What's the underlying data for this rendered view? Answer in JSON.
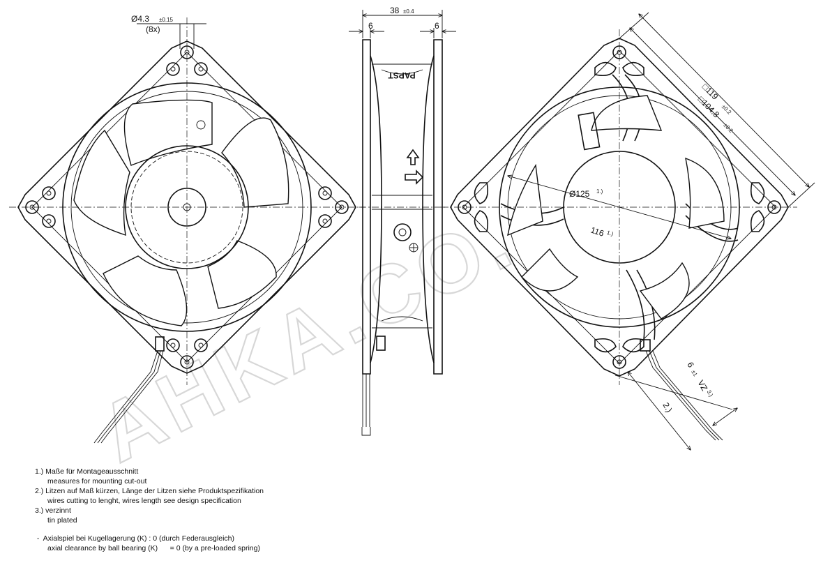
{
  "dimensions": {
    "hole_dia": "Ø4.3",
    "hole_tol": "±0.15",
    "hole_count": "(8x)",
    "depth": "38",
    "depth_tol": "±0.4",
    "flange_left": "6",
    "flange_right": "6",
    "size_outer": "□119",
    "size_outer_tol": "±0.2",
    "size_pitch": "□104.8",
    "size_pitch_tol": "±0.2",
    "cutout_dia": "Ø125",
    "cutout_dia_note": "1.)",
    "cutout_pitch": "116",
    "cutout_pitch_note": "1.)",
    "strip_len": "6",
    "strip_tol": "±1",
    "strip_label": "VZ",
    "strip_note": "3.)",
    "wire_note": "2.)"
  },
  "brand": "PAPST",
  "watermark": "AHKA.CO.",
  "notes": {
    "n1_de": "1.) Maße für Montageausschnitt",
    "n1_en": "measures for mounting cut-out",
    "n2_de": "2.) Litzen auf Maß kürzen, Länge der Litzen siehe Produktspezifikation",
    "n2_en": "wires cutting to lenght, wires length see design specification",
    "n3_de": "3.) verzinnt",
    "n3_en": "tin plated",
    "axial_de": " -  Axialspiel bei Kugellagerung (K) : 0 (durch Federausgleich)",
    "axial_en": "axial clearance by ball bearing (K)      = 0 (by a pre-loaded spring)"
  }
}
